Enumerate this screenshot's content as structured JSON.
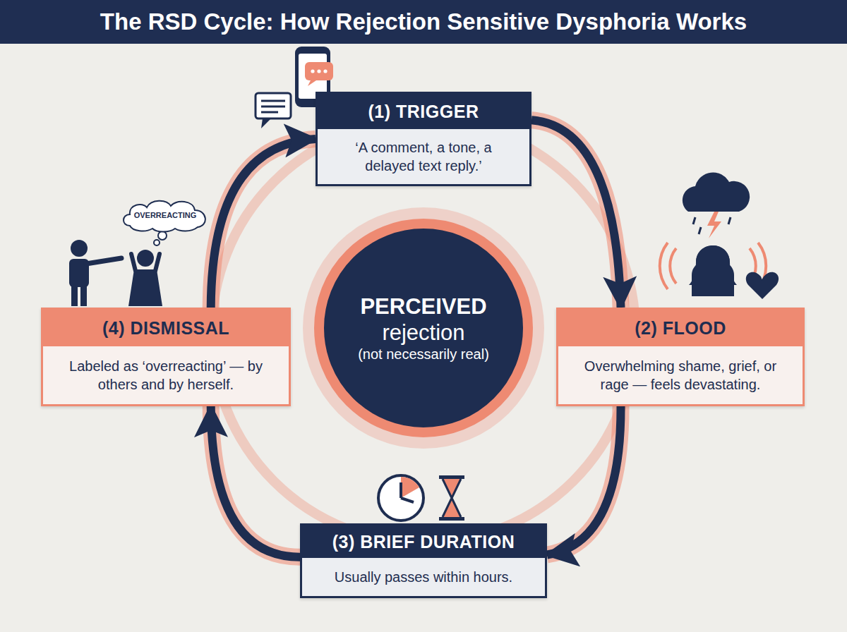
{
  "diagram": {
    "title": "The RSD Cycle: How Rejection Sensitive Dysphoria Works",
    "nodes": [
      {
        "text": [
          "(1) TRIGGER",
          "‘A comment, a tone, a delayed text reply.’"
        ]
      },
      {
        "text": [
          "(2) FLOOD",
          "Overwhelming shame, grief, or rage — feels devastating."
        ]
      },
      {
        "text": [
          "(3) BRIEF DURATION",
          "Usually passes within hours."
        ]
      },
      {
        "text": [
          "(4) DISMISSAL",
          "Labeled as ‘overreacting’ — by others and by herself."
        ]
      },
      {
        "text": [
          "PERCEIVED",
          "rejection",
          "(not necessarily real)"
        ]
      },
      {
        "text": [
          "OVERREACTING"
        ]
      }
    ],
    "edges": [
      {
        "from": 0,
        "to": 1,
        "arrow": "to"
      },
      {
        "from": 1,
        "to": 2,
        "arrow": "to"
      },
      {
        "from": 2,
        "to": 3,
        "arrow": "to"
      },
      {
        "from": 3,
        "to": 0,
        "arrow": "to"
      }
    ]
  }
}
